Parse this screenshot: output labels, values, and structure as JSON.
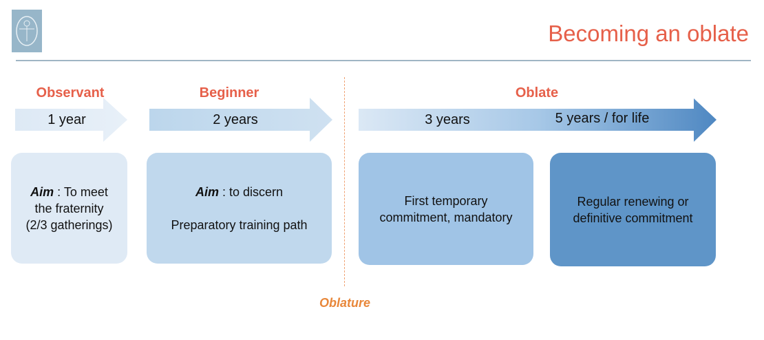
{
  "title": "Becoming an oblate",
  "stages": [
    {
      "phase": "Observant",
      "duration": "1 year",
      "aim_label": "Aim",
      "aim_text": " : To meet the fraternity (2/3 gatherings)"
    },
    {
      "phase": "Beginner",
      "duration": "2 years",
      "aim_label": "Aim",
      "aim_text": " : to discern",
      "extra": "Preparatory training path"
    },
    {
      "phase": "Oblate",
      "duration_1": "3 years",
      "duration_2": "5 years / for life",
      "box_1": "First temporary commitment, mandatory",
      "box_2": "Regular renewing or definitive commitment"
    }
  ],
  "divider_label": "Oblature",
  "colors": {
    "accent": "#e6604a",
    "oblature": "#e8873a",
    "box1": "#dfeaf5",
    "box2": "#c0d8ed",
    "box3": "#a0c4e6",
    "box4": "#5f95c8"
  }
}
